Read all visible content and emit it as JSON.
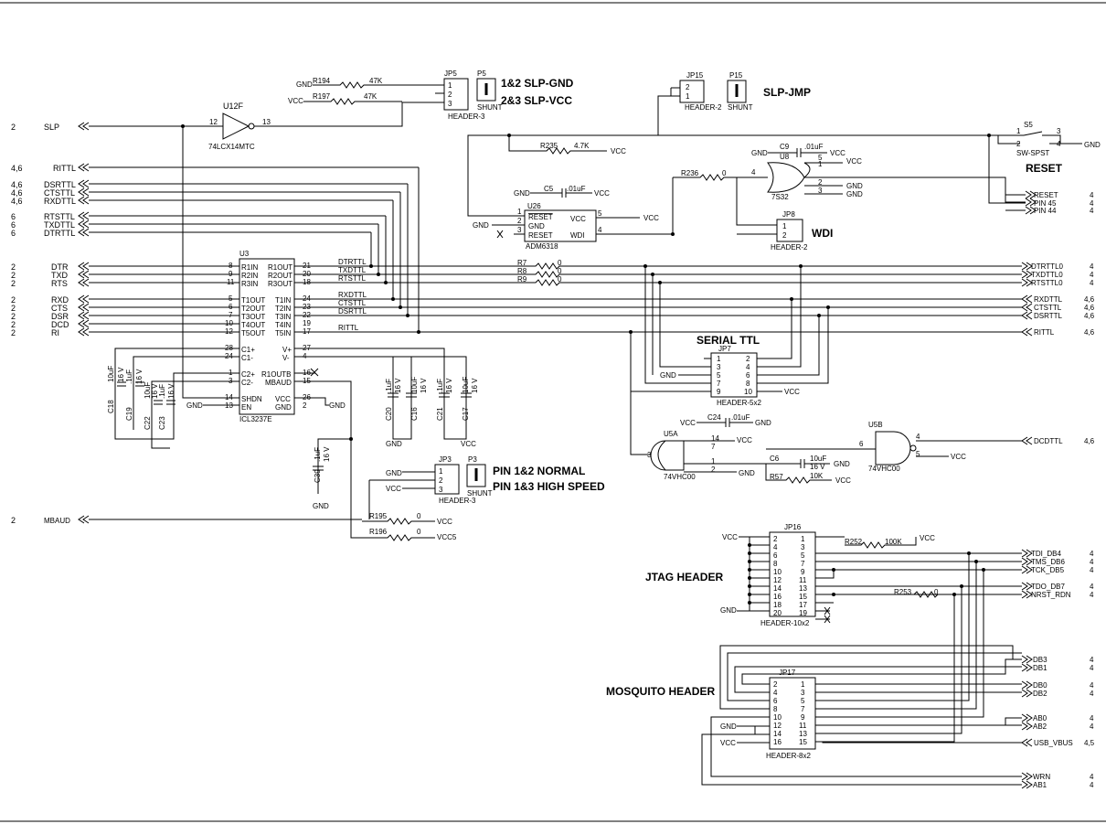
{
  "titles": {
    "jp5_opt1": "1&2 SLP-GND",
    "jp5_opt2": "2&3 SLP-VCC",
    "slp_jmp": "SLP-JMP",
    "reset": "RESET",
    "wdi": "WDI",
    "serial_ttl": "SERIAL TTL",
    "jp3_opt1": "PIN 1&2 NORMAL",
    "jp3_opt2": "PIN 1&3  HIGH SPEED",
    "jtag": "JTAG HEADER",
    "mosquito": "MOSQUITO HEADER"
  },
  "left_ports": [
    {
      "sheet": "2",
      "name": "SLP"
    },
    {
      "sheet": "4,6",
      "name": "RITTL"
    },
    {
      "sheet": "4,6",
      "name": "DSRTTL"
    },
    {
      "sheet": "4,6",
      "name": "CTSTTL"
    },
    {
      "sheet": "4,6",
      "name": "RXDTTL"
    },
    {
      "sheet": "6",
      "name": "RTSTTL"
    },
    {
      "sheet": "6",
      "name": "TXDTTL"
    },
    {
      "sheet": "6",
      "name": "DTRTTL"
    },
    {
      "sheet": "2",
      "name": "DTR"
    },
    {
      "sheet": "2",
      "name": "TXD"
    },
    {
      "sheet": "2",
      "name": "RTS"
    },
    {
      "sheet": "2",
      "name": "RXD"
    },
    {
      "sheet": "2",
      "name": "CTS"
    },
    {
      "sheet": "2",
      "name": "DSR"
    },
    {
      "sheet": "2",
      "name": "DCD"
    },
    {
      "sheet": "2",
      "name": "RI"
    },
    {
      "sheet": "2",
      "name": "MBAUD"
    }
  ],
  "right_ports": [
    {
      "name": "RESET",
      "sheet": "4"
    },
    {
      "name": "PIN 45",
      "sheet": "4"
    },
    {
      "name": "PIN 44",
      "sheet": "4"
    },
    {
      "name": "DTRTTL0",
      "sheet": "4"
    },
    {
      "name": "TXDTTL0",
      "sheet": "4"
    },
    {
      "name": "RTSTTL0",
      "sheet": "4"
    },
    {
      "name": "RXDTTL",
      "sheet": "4,6"
    },
    {
      "name": "CTSTTL",
      "sheet": "4,6"
    },
    {
      "name": "DSRTTL",
      "sheet": "4,6"
    },
    {
      "name": "RITTL",
      "sheet": "4,6"
    },
    {
      "name": "DCDTTL",
      "sheet": "4,6"
    },
    {
      "name": "TDI_DB4",
      "sheet": "4"
    },
    {
      "name": "TMS_DB6",
      "sheet": "4"
    },
    {
      "name": "TCK_DB5",
      "sheet": "4"
    },
    {
      "name": "TDO_DB7",
      "sheet": "4"
    },
    {
      "name": "NRST_RDN",
      "sheet": "4"
    },
    {
      "name": "DB3",
      "sheet": "4"
    },
    {
      "name": "DB1",
      "sheet": "4"
    },
    {
      "name": "DB0",
      "sheet": "4"
    },
    {
      "name": "DB2",
      "sheet": "4"
    },
    {
      "name": "AB0",
      "sheet": "4"
    },
    {
      "name": "AB2",
      "sheet": "4"
    },
    {
      "name": "USB_VBUS",
      "sheet": "4,5"
    },
    {
      "name": "WRN",
      "sheet": "4"
    },
    {
      "name": "AB1",
      "sheet": "4"
    }
  ],
  "u3": {
    "ref": "U3",
    "part": "ICL3237E",
    "left_pins": [
      {
        "num": "8",
        "name": "R1IN"
      },
      {
        "num": "9",
        "name": "R2IN"
      },
      {
        "num": "11",
        "name": "R3IN"
      },
      {
        "num": "5",
        "name": "T1OUT"
      },
      {
        "num": "6",
        "name": "T2OUT"
      },
      {
        "num": "7",
        "name": "T3OUT"
      },
      {
        "num": "10",
        "name": "T4OUT"
      },
      {
        "num": "12",
        "name": "T5OUT"
      },
      {
        "num": "28",
        "name": "C1+"
      },
      {
        "num": "24",
        "name": "C1-"
      },
      {
        "num": "1",
        "name": "C2+"
      },
      {
        "num": "3",
        "name": "C2-"
      },
      {
        "num": "14",
        "name": "SHDN"
      },
      {
        "num": "13",
        "name": "EN"
      }
    ],
    "right_pins": [
      {
        "num": "21",
        "name": "R1OUT"
      },
      {
        "num": "20",
        "name": "R2OUT"
      },
      {
        "num": "18",
        "name": "R3OUT"
      },
      {
        "num": "24",
        "name": "T1IN"
      },
      {
        "num": "23",
        "name": "T2IN"
      },
      {
        "num": "22",
        "name": "T3IN"
      },
      {
        "num": "19",
        "name": "T4IN"
      },
      {
        "num": "17",
        "name": "T5IN"
      },
      {
        "num": "27",
        "name": "V+"
      },
      {
        "num": "4",
        "name": "V-"
      },
      {
        "num": "16",
        "name": "R1OUTB"
      },
      {
        "num": "15",
        "name": "MBAUD"
      },
      {
        "num": "26",
        "name": "VCC"
      },
      {
        "num": "2",
        "name": "GND"
      }
    ]
  },
  "u3_nets": [
    "DTRTTL",
    "TXDTTL",
    "RTSTTL",
    "RXDTTL",
    "CTSTTL",
    "DSRTTL",
    "RITTL"
  ],
  "u12f": {
    "ref": "U12F",
    "part": "74LCX14MTC",
    "pin_in": "12",
    "pin_out": "13"
  },
  "jp5": {
    "ref": "JP5",
    "part": "HEADER-3",
    "shunt": "P5",
    "shunt_label": "SHUNT",
    "pins": [
      "1",
      "2",
      "3"
    ]
  },
  "r194": {
    "ref": "R194",
    "val": "47K",
    "net": "GND"
  },
  "r197": {
    "ref": "R197",
    "val": "47K",
    "net": "VCC"
  },
  "jp15": {
    "ref": "JP15",
    "part": "HEADER-2",
    "shunt": "P15",
    "shunt_label": "SHUNT",
    "pins": [
      "2",
      "1"
    ]
  },
  "s5": {
    "ref": "S5",
    "part": "SW-SPST",
    "pins": [
      "1",
      "2",
      "3",
      "4"
    ],
    "net": "GND"
  },
  "r235": {
    "ref": "R235",
    "val": "4.7K",
    "net": "VCC"
  },
  "c9": {
    "ref": "C9",
    "val": ".01uF",
    "net1": "GND",
    "net2": "VCC"
  },
  "u8": {
    "ref": "U8",
    "part": "7S32",
    "pins": [
      "4",
      "5",
      "1",
      "2",
      "3"
    ],
    "nets": [
      "VCC",
      "GND",
      "GND"
    ]
  },
  "r236": {
    "ref": "R236",
    "val": "0"
  },
  "c5": {
    "ref": "C5",
    "val": ".01uF",
    "net1": "GND",
    "net2": "VCC"
  },
  "u26": {
    "ref": "U26",
    "part": "ADM6318",
    "pins": [
      {
        "num": "1",
        "name": "RESET"
      },
      {
        "num": "2",
        "name": "GND"
      },
      {
        "num": "3",
        "name": "RESET"
      },
      {
        "num": "5",
        "name": "VCC"
      },
      {
        "num": "4",
        "name": "WDI"
      }
    ],
    "nets": [
      "GND",
      "VCC"
    ]
  },
  "jp8": {
    "ref": "JP8",
    "part": "HEADER-2",
    "pins": [
      "1",
      "2"
    ]
  },
  "r7": {
    "ref": "R7",
    "val": "0"
  },
  "r8": {
    "ref": "R8",
    "val": "0"
  },
  "r9": {
    "ref": "R9",
    "val": "0"
  },
  "jp7": {
    "ref": "JP7",
    "part": "HEADER-5x2",
    "pins_left": [
      "1",
      "3",
      "5",
      "7",
      "9"
    ],
    "pins_right": [
      "2",
      "4",
      "6",
      "8",
      "10"
    ],
    "net_gnd": "GND",
    "net_vcc": "VCC"
  },
  "caps_left": [
    {
      "ref": "C18",
      "val": "10uF",
      "v": "16 V"
    },
    {
      "ref": "C19",
      "val": ".1uF",
      "v": "16 V"
    },
    {
      "ref": "C22",
      "val": "10uF",
      "v": "16 V"
    },
    {
      "ref": "C23",
      "val": ".1uF",
      "v": "16 V"
    }
  ],
  "caps_right": [
    {
      "ref": "C20",
      "val": ".1uF",
      "v": "16 V"
    },
    {
      "ref": "C16",
      "val": "10uF",
      "v": "16 V"
    },
    {
      "ref": "C21",
      "val": ".1uF",
      "v": "16 V"
    },
    {
      "ref": "C17",
      "val": "10uF",
      "v": "16 V"
    }
  ],
  "cap_nets": {
    "gnd": "GND",
    "vcc": "VCC"
  },
  "c39": {
    "ref": "C39",
    "val": ".1uF",
    "v": "16 V",
    "net": "GND"
  },
  "jp3": {
    "ref": "JP3",
    "part": "HEADER-3",
    "shunt": "P3",
    "shunt_label": "SHUNT",
    "pins": [
      "1",
      "2",
      "3"
    ],
    "nets": [
      "GND",
      "VCC"
    ]
  },
  "r195": {
    "ref": "R195",
    "val": "0",
    "net": "VCC"
  },
  "r196": {
    "ref": "R196",
    "val": "0",
    "net": "VCC5"
  },
  "u5a": {
    "ref": "U5A",
    "part": "74VHC00",
    "pins": [
      "14",
      "1",
      "2",
      "7",
      "3"
    ],
    "nets": [
      "VCC",
      "GND"
    ]
  },
  "c24": {
    "ref": "C24",
    "val": ".01uF",
    "net1": "VCC",
    "net2": "GND"
  },
  "c6": {
    "ref": "C6",
    "val": "10uF",
    "v": "16 V",
    "net": "GND"
  },
  "r57": {
    "ref": "R57",
    "val": "10K",
    "net": "VCC"
  },
  "u5b": {
    "ref": "U5B",
    "part": "74VHC00",
    "pins": [
      "4",
      "5",
      "6"
    ],
    "net": "VCC"
  },
  "jp16": {
    "ref": "JP16",
    "part": "HEADER-10x2",
    "pins_left": [
      "2",
      "4",
      "6",
      "8",
      "10",
      "12",
      "14",
      "16",
      "18",
      "20"
    ],
    "pins_right": [
      "1",
      "3",
      "5",
      "7",
      "9",
      "11",
      "13",
      "15",
      "17",
      "19"
    ],
    "net_vcc": "VCC",
    "net_gnd": "GND"
  },
  "r252": {
    "ref": "R252",
    "val": "100K",
    "net": "VCC"
  },
  "r253": {
    "ref": "R253",
    "val": "0"
  },
  "jp17": {
    "ref": "JP17",
    "part": "HEADER-8x2",
    "pins_left": [
      "2",
      "4",
      "6",
      "8",
      "10",
      "12",
      "14",
      "16"
    ],
    "pins_right": [
      "1",
      "3",
      "5",
      "7",
      "9",
      "11",
      "13",
      "15"
    ],
    "net_gnd": "GND",
    "net_vcc": "VCC"
  }
}
